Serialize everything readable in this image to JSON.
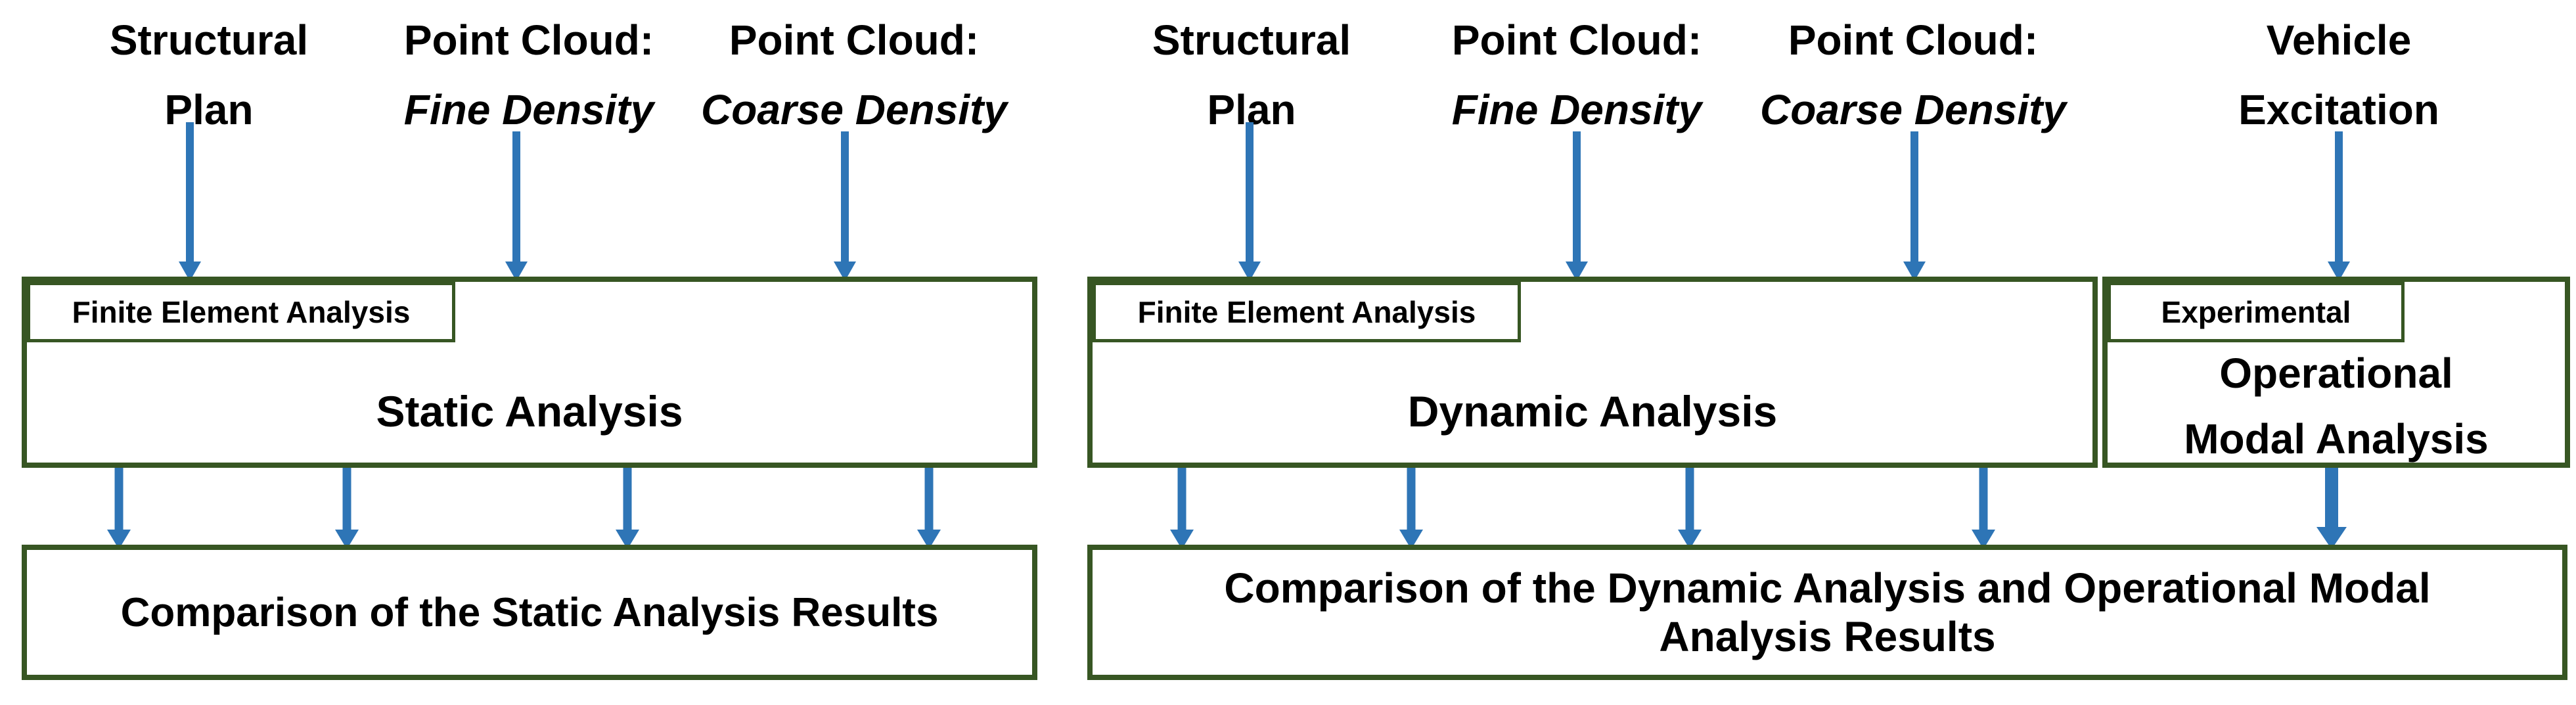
{
  "diagram": {
    "colors": {
      "box_border": "#375623",
      "arrow": "#2E75B6",
      "text": "#000000",
      "background": "#FFFFFF"
    },
    "static_group": {
      "inputs": [
        {
          "line1": "Structural",
          "line2": "Plan"
        },
        {
          "line1": "Point Cloud:",
          "line2": "Fine Density"
        },
        {
          "line1": "Point Cloud:",
          "line2": "Coarse Density"
        }
      ],
      "process": {
        "tag": "Finite Element Analysis",
        "label": "Static Analysis"
      },
      "result": {
        "label": "Comparison of the Static Analysis Results"
      }
    },
    "dynamic_group": {
      "inputs": [
        {
          "line1": "Structural",
          "line2": "Plan"
        },
        {
          "line1": "Point Cloud:",
          "line2": "Fine Density"
        },
        {
          "line1": "Point Cloud:",
          "line2": "Coarse Density"
        }
      ],
      "process": {
        "tag": "Finite Element Analysis",
        "label": "Dynamic Analysis"
      },
      "result": {
        "line1": "Comparison of the Dynamic Analysis and Operational Modal",
        "line2": "Analysis Results"
      }
    },
    "oma_group": {
      "input": {
        "line1": "Vehicle",
        "line2": "Excitation"
      },
      "process": {
        "tag": "Experimental",
        "line1": "Operational",
        "line2": "Modal Analysis"
      }
    }
  }
}
